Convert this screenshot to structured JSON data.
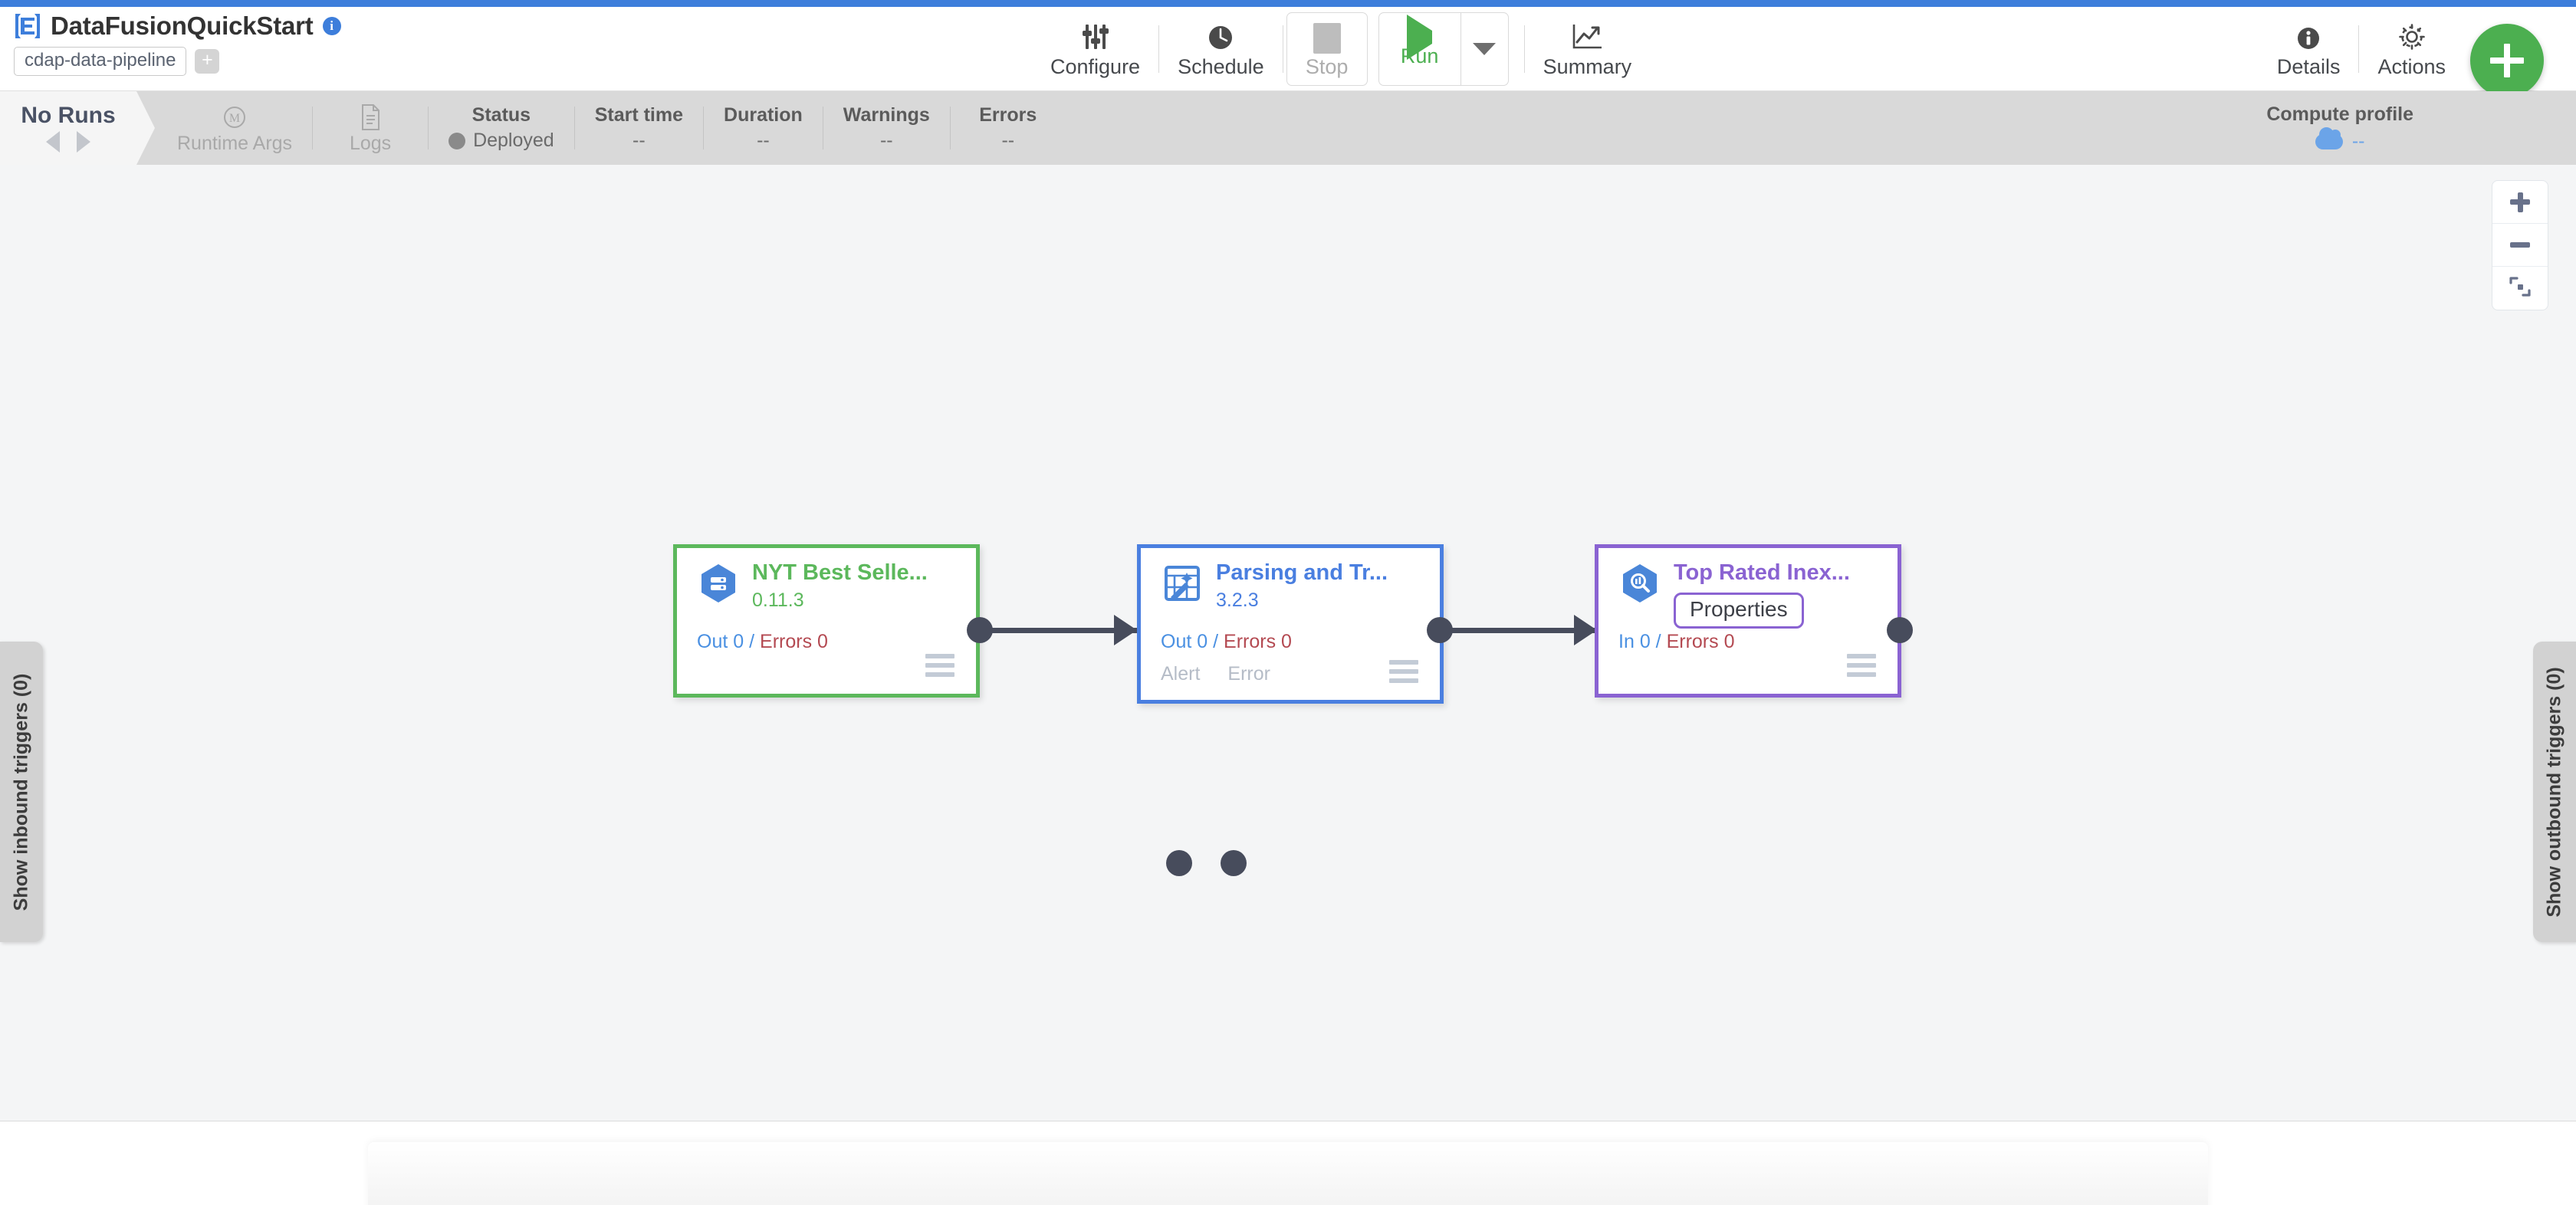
{
  "header": {
    "app_title": "DataFusionQuickStart",
    "logo_icon": "cdap-logo-icon",
    "info_icon": "info-circle-icon",
    "pipeline_tag": "cdap-data-pipeline",
    "add_tag_label": "+",
    "toolbar": [
      {
        "id": "configure",
        "label": "Configure",
        "icon": "sliders-icon",
        "boxed": false,
        "disabled": false
      },
      {
        "id": "schedule",
        "label": "Schedule",
        "icon": "clock-icon",
        "boxed": false,
        "disabled": false
      },
      {
        "id": "stop",
        "label": "Stop",
        "icon": "stop-square-icon",
        "boxed": true,
        "disabled": true
      },
      {
        "id": "run",
        "label": "Run",
        "icon": "play-triangle-icon",
        "boxed": true,
        "disabled": false
      },
      {
        "id": "summary",
        "label": "Summary",
        "icon": "trending-chart-icon",
        "boxed": false,
        "disabled": false
      }
    ],
    "run_dropdown_icon": "chevron-down-icon",
    "right_actions": [
      {
        "id": "details",
        "label": "Details",
        "icon": "info-circle-icon"
      },
      {
        "id": "actions",
        "label": "Actions",
        "icon": "gear-icon"
      }
    ],
    "fab": {
      "label": "+",
      "icon": "plus-icon",
      "color": "#4caf50"
    }
  },
  "statusbar": {
    "runs_title": "No Runs",
    "prev_icon": "caret-left-icon",
    "next_icon": "caret-right-icon",
    "cells": [
      {
        "id": "runtime-args",
        "label": "Runtime Args",
        "icon": "runtime-args-icon",
        "value": null,
        "dim": true
      },
      {
        "id": "logs",
        "label": "Logs",
        "icon": "document-icon",
        "value": null,
        "dim": true
      },
      {
        "id": "status",
        "label": "Status",
        "icon": null,
        "value": "Deployed",
        "dim": false,
        "has_dot": true
      },
      {
        "id": "start-time",
        "label": "Start time",
        "icon": null,
        "value": "--",
        "dim": false
      },
      {
        "id": "duration",
        "label": "Duration",
        "icon": null,
        "value": "--",
        "dim": false
      },
      {
        "id": "warnings",
        "label": "Warnings",
        "icon": null,
        "value": "--",
        "dim": false
      },
      {
        "id": "errors",
        "label": "Errors",
        "icon": null,
        "value": "--",
        "dim": false
      }
    ],
    "compute_profile": {
      "label": "Compute profile",
      "icon": "cloud-icon",
      "value": "--"
    }
  },
  "canvas": {
    "zoom_controls": [
      {
        "id": "zoom-in",
        "icon": "plus-icon"
      },
      {
        "id": "zoom-out",
        "icon": "minus-icon"
      },
      {
        "id": "fit-to-screen",
        "icon": "fit-screen-icon"
      }
    ],
    "inbound_tab": "Show inbound triggers (0)",
    "outbound_tab": "Show outbound triggers (0)",
    "nodes": [
      {
        "id": "nyt-best-sellers",
        "name": "NYT Best Selle...",
        "version": "0.11.3",
        "icon": "bigquery-source-icon",
        "color": "#5cb85c",
        "counts": {
          "prefix": "Out",
          "in_value": "0",
          "sep": "/",
          "err_label": "Errors",
          "err_value": "0"
        },
        "ports": [],
        "menu_icon": "hamburger-menu-icon"
      },
      {
        "id": "parsing-and-transform",
        "name": "Parsing and Tr...",
        "version": "3.2.3",
        "icon": "wrangler-transform-icon",
        "color": "#4a7fe0",
        "counts": {
          "prefix": "Out",
          "in_value": "0",
          "sep": "/",
          "err_label": "Errors",
          "err_value": "0"
        },
        "ports": [
          "Alert",
          "Error"
        ],
        "menu_icon": "hamburger-menu-icon"
      },
      {
        "id": "top-rated-inexpensive",
        "name": "Top Rated Inex...",
        "version": "",
        "icon": "bigquery-sink-icon",
        "color": "#8a63d2",
        "counts": {
          "prefix": "In",
          "in_value": "0",
          "sep": "/",
          "err_label": "Errors",
          "err_value": "0"
        },
        "ports": [],
        "properties_pill": "Properties",
        "menu_icon": "hamburger-menu-icon"
      }
    ]
  }
}
